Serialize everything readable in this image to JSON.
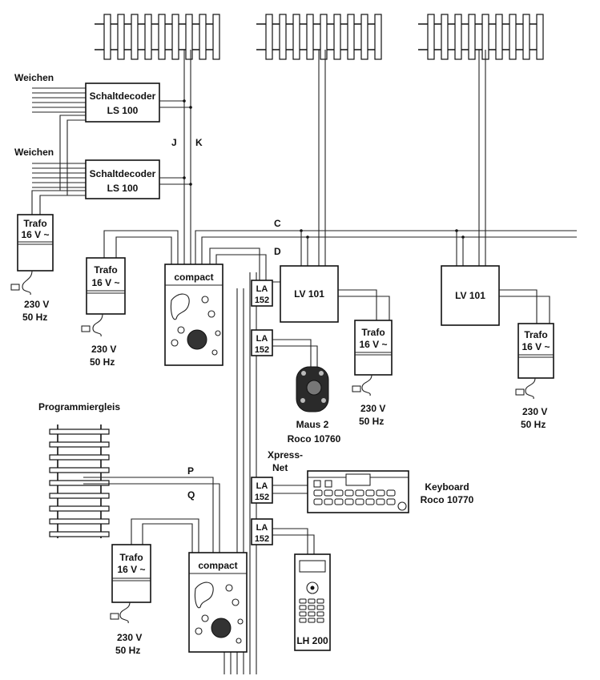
{
  "labels": {
    "weichen_1": "Weichen",
    "weichen_2": "Weichen",
    "schaltdecoder_1_line1": "Schaltdecoder",
    "schaltdecoder_1_line2": "LS 100",
    "schaltdecoder_2_line1": "Schaltdecoder",
    "schaltdecoder_2_line2": "LS 100",
    "bus_j": "J",
    "bus_k": "K",
    "bus_c": "C",
    "bus_d": "D",
    "bus_p": "P",
    "bus_q": "Q",
    "trafo_label": "Trafo",
    "trafo_voltage": "16 V ~",
    "mains_voltage": "230 V",
    "mains_freq": "50 Hz",
    "compact_1": "compact",
    "compact_2": "compact",
    "la_line1": "LA",
    "la_line2": "152",
    "lv101_1": "LV 101",
    "lv101_2": "LV 101",
    "maus_line1": "Maus 2",
    "maus_line2": "Roco 10760",
    "xpressnet_line1": "Xpress-",
    "xpressnet_line2": "Net",
    "keyboard_line1": "Keyboard",
    "keyboard_line2": "Roco 10770",
    "programmiergleis": "Programmiergleis",
    "lh200": "LH 200"
  }
}
